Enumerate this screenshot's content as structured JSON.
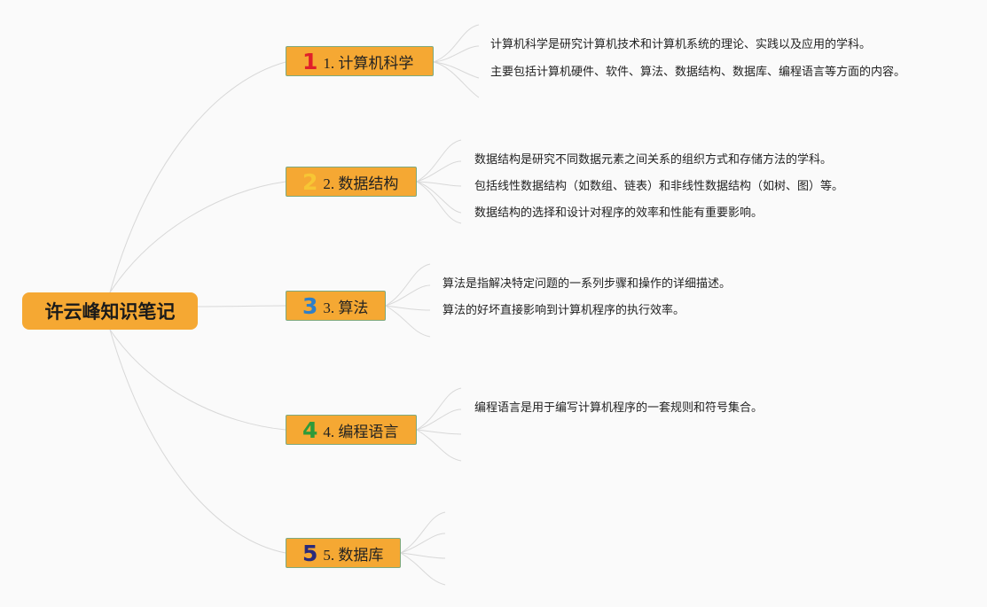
{
  "root": {
    "title": "许云峰知识笔记"
  },
  "topics": [
    {
      "number": "1",
      "label": "1. 计算机科学",
      "number_color": "#e0202a",
      "notes": [
        "计算机科学是研究计算机技术和计算机系统的理论、实践以及应用的学科。",
        "主要包括计算机硬件、软件、算法、数据结构、数据库、编程语言等方面的内容。"
      ]
    },
    {
      "number": "2",
      "label": "2. 数据结构",
      "number_color": "#f7c634",
      "notes": [
        "数据结构是研究不同数据元素之间关系的组织方式和存储方法的学科。",
        "包括线性数据结构（如数组、链表）和非线性数据结构（如树、图）等。",
        "数据结构的选择和设计对程序的效率和性能有重要影响。"
      ]
    },
    {
      "number": "3",
      "label": "3. 算法",
      "number_color": "#2f7fc8",
      "notes": [
        "算法是指解决特定问题的一系列步骤和操作的详细描述。",
        "算法的好坏直接影响到计算机程序的执行效率。"
      ]
    },
    {
      "number": "4",
      "label": "4. 编程语言",
      "number_color": "#2e9a3a",
      "notes": [
        "编程语言是用于编写计算机程序的一套规则和符号集合。"
      ]
    },
    {
      "number": "5",
      "label": "5. 数据库",
      "number_color": "#2a2a7a",
      "notes": []
    }
  ],
  "colors": {
    "background": "#fafafa",
    "node_fill": "#f5a833",
    "node_border": "#7ea97e",
    "link": "#d6d6d6"
  }
}
